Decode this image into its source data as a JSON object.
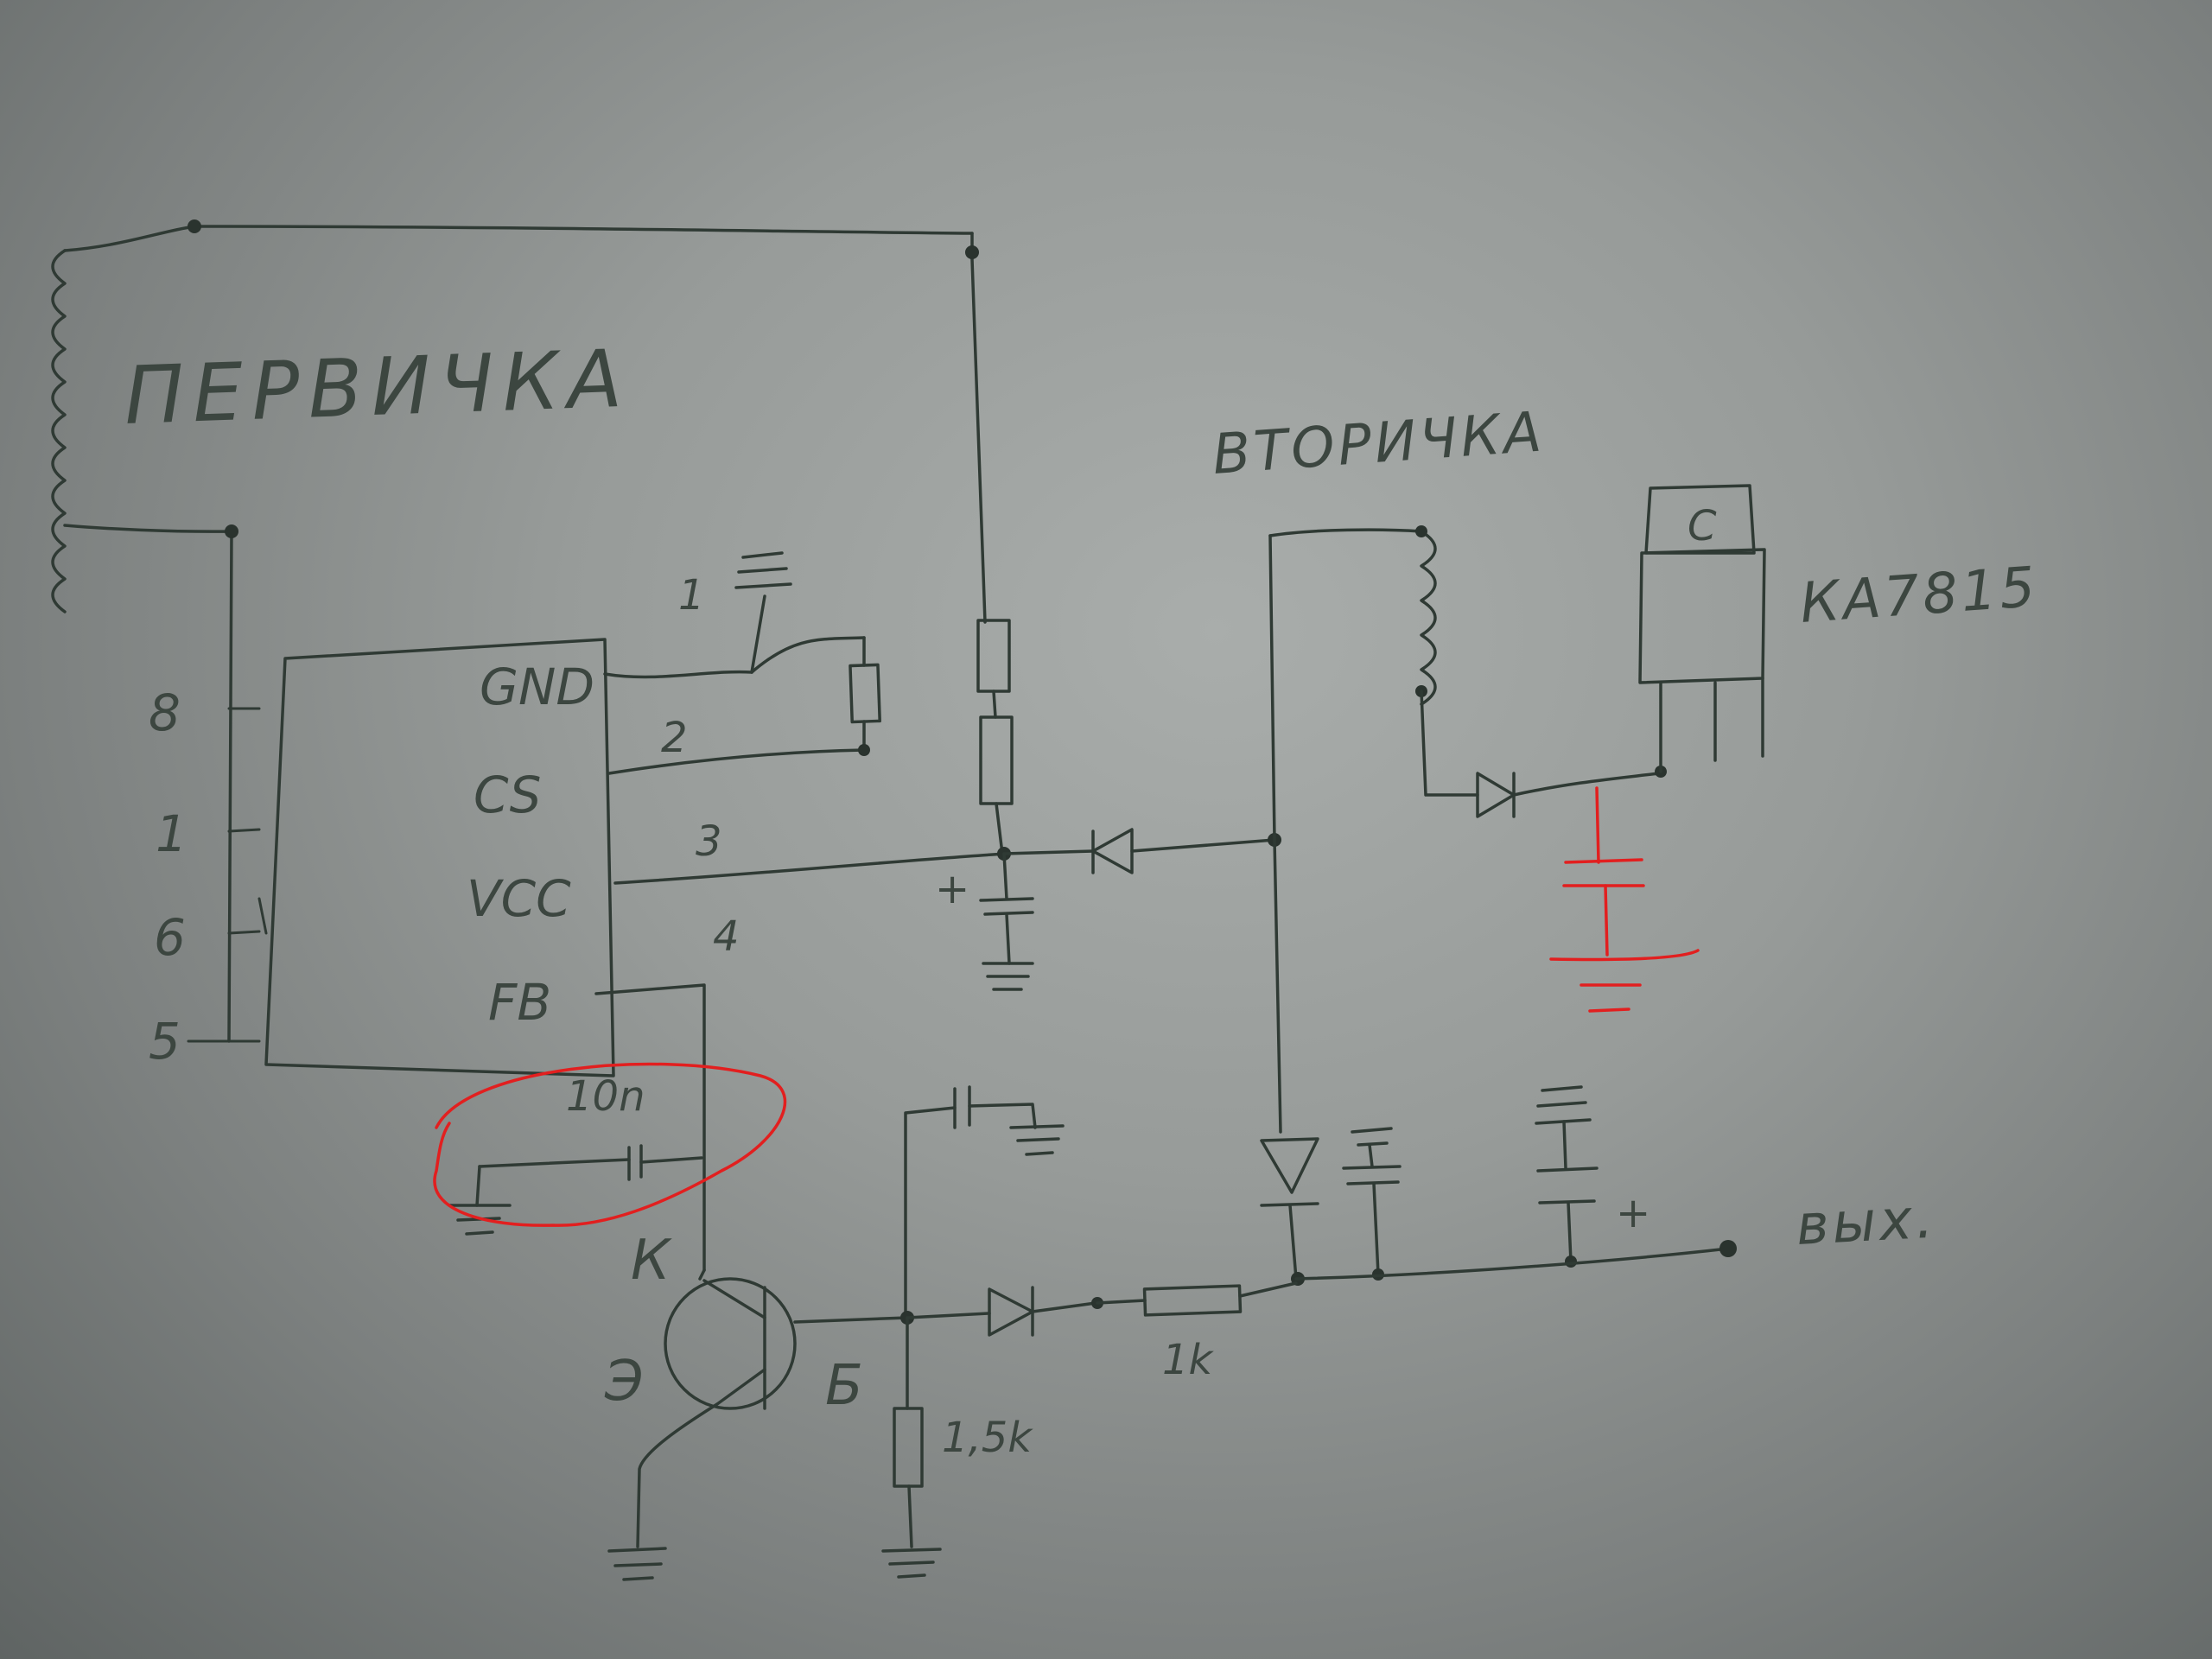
{
  "labels": {
    "primary": "ПЕРВИЧКА",
    "secondary": "ВТОРИЧКА",
    "regulator": "КА7815",
    "regulator_tab": "С",
    "output": "вых."
  },
  "ic": {
    "left_pins": [
      "8",
      "1",
      "6",
      "5"
    ],
    "right_pins": [
      "GND",
      "CS",
      "VCC",
      "FB"
    ],
    "right_pin_numbers": [
      "1",
      "2",
      "3",
      "4"
    ]
  },
  "transistor": {
    "collector": "К",
    "emitter": "Э",
    "base": "Б"
  },
  "components": {
    "cap_fb": "10n",
    "res_series": "1k",
    "res_base": "1,5k",
    "plus": "+"
  },
  "colors": {
    "ink": "#2f3a34",
    "annotation": "#e21f1f",
    "paper": "#a9adab"
  }
}
